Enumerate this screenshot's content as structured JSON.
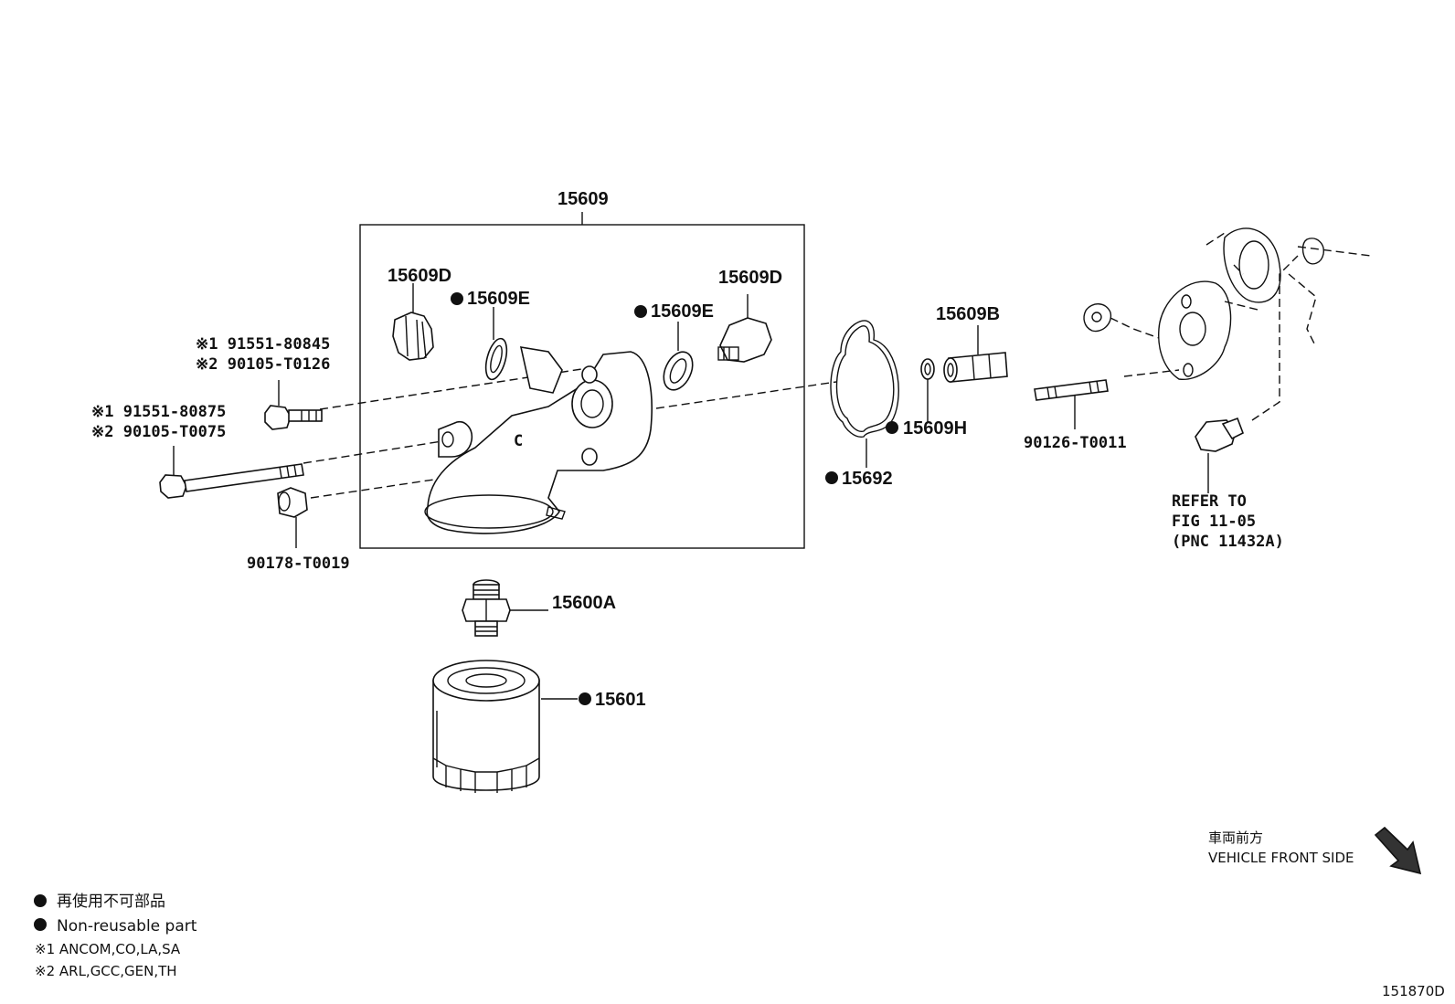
{
  "labels": {
    "p15609": "15609",
    "p15609D_left": "15609D",
    "p15609E_left": "15609E",
    "p15609E_right": "15609E",
    "p15609D_right": "15609D",
    "p15609B": "15609B",
    "p15609H": "15609H",
    "p15692": "15692",
    "p90126": "90126-T0011",
    "p90178": "90178-T0019",
    "p15600A": "15600A",
    "p15601": "15601",
    "bolt_short_1": "※1 91551-80845",
    "bolt_short_2": "※2 90105-T0126",
    "bolt_long_1": "※1 91551-80875",
    "bolt_long_2": "※2 90105-T0075",
    "refer_1": "REFER TO",
    "refer_2": "FIG 11-05",
    "refer_3": "(PNC 11432A)",
    "housing_letter": "C"
  },
  "legend": {
    "reuse_jp": "再使用不可部品",
    "reuse_en": "Non-reusable part",
    "note1": "※1 ANCOM,CO,LA,SA",
    "note2": "※2 ARL,GCC,GEN,TH"
  },
  "direction": {
    "jp": "車両前方",
    "en": "VEHICLE FRONT SIDE"
  },
  "figure_id": "151870D"
}
